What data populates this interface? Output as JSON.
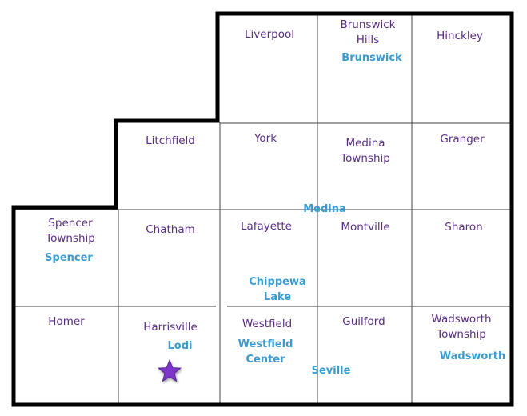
{
  "townships": [
    {
      "id": "liverpool",
      "name": "Liverpool"
    },
    {
      "id": "brunswick-hills",
      "name": "Brunswick\nHills"
    },
    {
      "id": "hinckley",
      "name": "Hinckley"
    },
    {
      "id": "litchfield",
      "name": "Litchfield"
    },
    {
      "id": "york",
      "name": "York"
    },
    {
      "id": "medina-township",
      "name": "Medina\nTownship"
    },
    {
      "id": "granger",
      "name": "Granger"
    },
    {
      "id": "spencer-township",
      "name": "Spencer\nTownship"
    },
    {
      "id": "chatham",
      "name": "Chatham"
    },
    {
      "id": "lafayette",
      "name": "Lafayette"
    },
    {
      "id": "montville",
      "name": "Montville"
    },
    {
      "id": "sharon",
      "name": "Sharon"
    },
    {
      "id": "homer",
      "name": "Homer"
    },
    {
      "id": "harrisville",
      "name": "Harrisville"
    },
    {
      "id": "westfield",
      "name": "Westfield"
    },
    {
      "id": "guilford",
      "name": "Guilford"
    },
    {
      "id": "wadsworth-township",
      "name": "Wadsworth\nTownship"
    }
  ],
  "cities": [
    {
      "id": "brunswick",
      "name": "Brunswick"
    },
    {
      "id": "medina",
      "name": "Medina"
    },
    {
      "id": "spencer",
      "name": "Spencer"
    },
    {
      "id": "chippewa-lake",
      "name": "Chippewa\nLake"
    },
    {
      "id": "lodi",
      "name": "Lodi"
    },
    {
      "id": "westfield-center",
      "name": "Westfield\nCenter"
    },
    {
      "id": "seville",
      "name": "Seville"
    },
    {
      "id": "wadsworth",
      "name": "Wadsworth"
    }
  ],
  "marker": {
    "icon": "star-icon",
    "color": "#7b35c8",
    "location": "Lodi"
  },
  "colors": {
    "township_label": "#5a2d82",
    "city_label": "#3a9bd0",
    "border": "#000000",
    "grid": "#444444"
  }
}
